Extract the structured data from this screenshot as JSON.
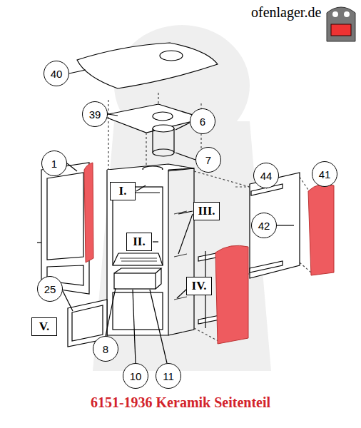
{
  "diagram": {
    "caption": "6151-1936 Keramik Seitenteil",
    "nodes": [
      {
        "text": [
          "40"
        ]
      },
      {
        "text": [
          "39"
        ]
      },
      {
        "text": [
          "6"
        ]
      },
      {
        "text": [
          "7"
        ]
      },
      {
        "text": [
          "1"
        ]
      },
      {
        "text": [
          "I."
        ]
      },
      {
        "text": [
          "44"
        ]
      },
      {
        "text": [
          "41"
        ]
      },
      {
        "text": [
          "42"
        ]
      },
      {
        "text": [
          "II."
        ]
      },
      {
        "text": [
          "III."
        ]
      },
      {
        "text": [
          "IV."
        ]
      },
      {
        "text": [
          "25"
        ]
      },
      {
        "text": [
          "V."
        ]
      },
      {
        "text": [
          "8"
        ]
      },
      {
        "text": [
          "10"
        ]
      },
      {
        "text": [
          "11"
        ]
      }
    ],
    "labels": [
      "ofenlager.de"
    ]
  }
}
